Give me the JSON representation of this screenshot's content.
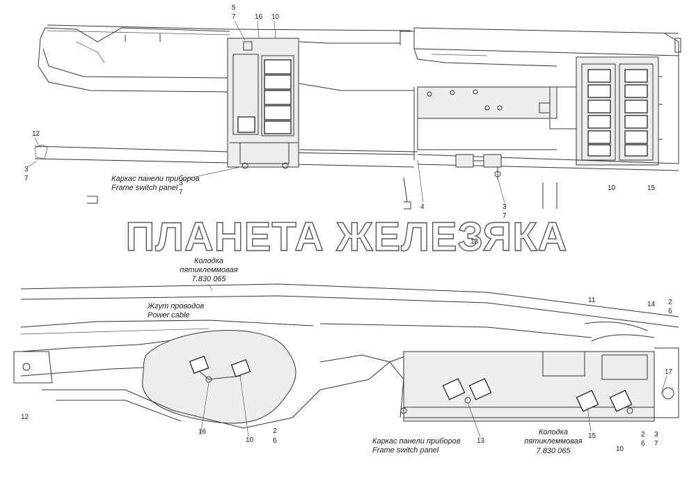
{
  "watermark": "ПЛАНЕТА ЖЕЛЕЗЯКА",
  "labels": {
    "frame_ru_top": "Каркас панели приборов",
    "frame_en_top": "Frame switch panel",
    "block_ru_1": "Колодка",
    "block_ru_2": "пятиклеммовая",
    "block_code_mid": "7.830 065",
    "cable_ru": "Жгут проводов",
    "cable_en": "Power cable",
    "frame_ru_bottom": "Каркас панели приборов",
    "frame_en_bottom": "Frame switch panel",
    "block_ru_b1": "Колодка",
    "block_ru_b2": "пятиклеммовая",
    "block_code_bottom": "7.830 065"
  },
  "callouts": {
    "c1": "5",
    "c2": "7",
    "c3": "16",
    "c4": "10",
    "c5": "12",
    "c6": "3",
    "c7": "7",
    "c8": "3",
    "c9": "7",
    "c10": "4",
    "c11": "3",
    "c12": "7",
    "c13": "10",
    "c14": "15",
    "c15": "13",
    "c16": "11",
    "c17": "14",
    "c18": "2",
    "c19": "6",
    "c20": "17",
    "c21": "12",
    "c22": "16",
    "c23": "10",
    "c24": "2",
    "c25": "6",
    "c26": "13",
    "c27": "15",
    "c28": "10",
    "c29": "2",
    "c30": "6",
    "c31": "3",
    "c32": "7"
  }
}
